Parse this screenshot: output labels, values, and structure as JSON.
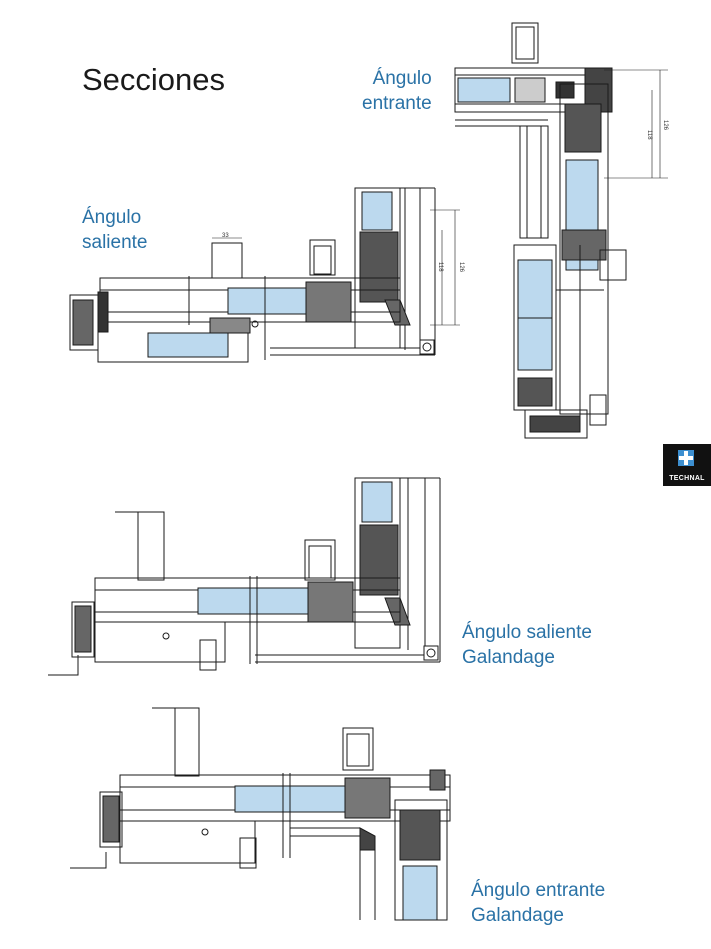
{
  "page": {
    "title": "Secciones"
  },
  "captions": {
    "angulo_entrante": [
      "Ángulo",
      "entrante"
    ],
    "angulo_saliente": [
      "Ángulo",
      "saliente"
    ],
    "angulo_saliente_galandage": [
      "Ángulo saliente",
      "Galandage"
    ],
    "angulo_entrante_galandage": [
      "Ángulo entrante",
      "Galandage"
    ]
  },
  "dimensions": {
    "entrante": [
      "118",
      "126"
    ],
    "saliente": [
      "33",
      "118",
      "126"
    ]
  },
  "brand": {
    "name": "TECHNAL"
  },
  "colors": {
    "caption": "#2a72a6",
    "glass": "#bcd9ee",
    "line": "#1a1a1a"
  }
}
